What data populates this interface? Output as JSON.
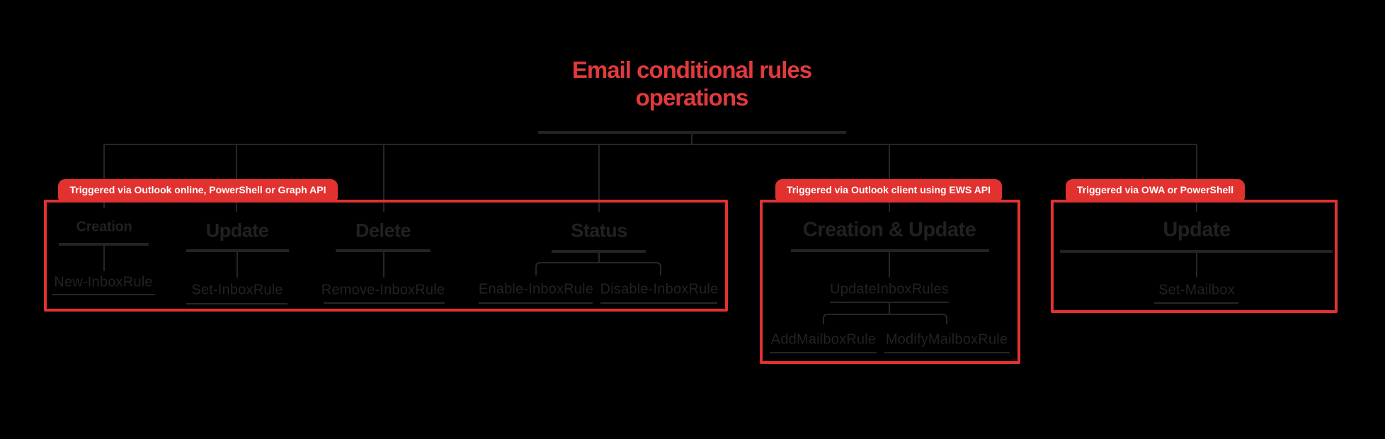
{
  "title": {
    "line1": "Email conditional rules",
    "line2": "operations"
  },
  "groups": [
    {
      "badge": "Triggered via Outlook online, PowerShell or Graph API",
      "branches": [
        {
          "label": "Creation",
          "children": [
            {
              "label": "New-InboxRule"
            }
          ]
        },
        {
          "label": "Update",
          "children": [
            {
              "label": "Set-InboxRule"
            }
          ]
        },
        {
          "label": "Delete",
          "children": [
            {
              "label": "Remove-InboxRule"
            }
          ]
        },
        {
          "label": "Status",
          "children": [
            {
              "label": "Enable-InboxRule"
            },
            {
              "label": "Disable-InboxRule"
            }
          ]
        }
      ]
    },
    {
      "badge": "Triggered via Outlook client using EWS API",
      "branches": [
        {
          "label": "Creation & Update",
          "children": [
            {
              "label": "UpdateInboxRules",
              "children": [
                {
                  "label": "AddMailboxRule"
                },
                {
                  "label": "ModifyMailboxRule"
                }
              ]
            }
          ]
        }
      ]
    },
    {
      "badge": "Triggered via OWA or PowerShell",
      "branches": [
        {
          "label": "Update",
          "children": [
            {
              "label": "Set-Mailbox"
            }
          ]
        }
      ]
    }
  ],
  "colors": {
    "background": "#000000",
    "title_red": "#e13a3d",
    "accent_red": "#e23230",
    "badge_text": "#ffffff",
    "connector_gray": "#262626",
    "node_text_gray": "#212121"
  }
}
